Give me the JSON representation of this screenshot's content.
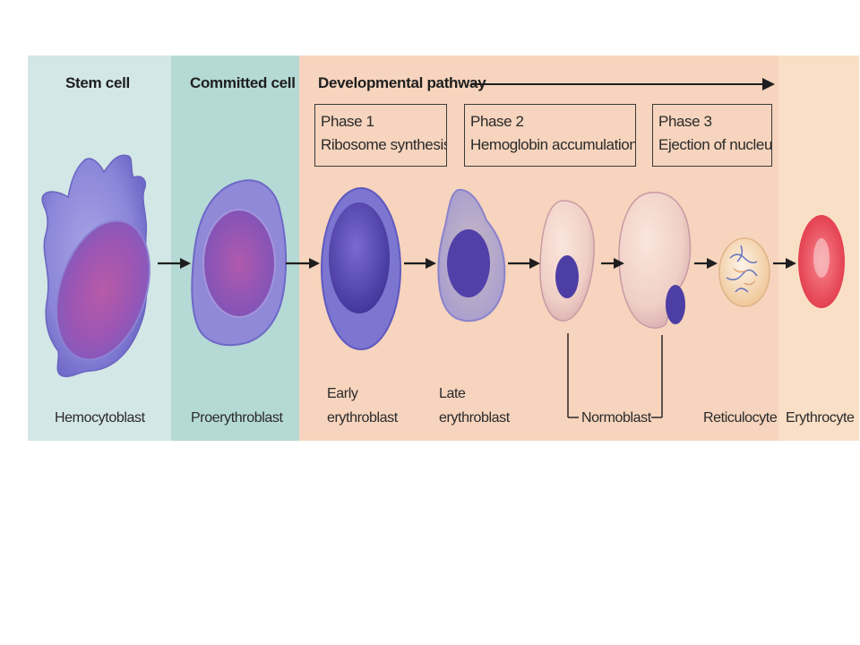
{
  "headers": {
    "stem_cell": "Stem cell",
    "committed_cell": "Committed cell",
    "developmental_pathway": "Developmental pathway"
  },
  "phases": [
    {
      "title": "Phase 1",
      "desc": "Ribosome synthesis"
    },
    {
      "title": "Phase 2",
      "desc": "Hemoglobin accumulation"
    },
    {
      "title": "Phase 3",
      "desc": "Ejection of nucleus"
    }
  ],
  "cell_labels": {
    "hemocytoblast": "Hemocytoblast",
    "proerythroblast": "Proerythroblast",
    "early_line1": "Early",
    "early_line2": "erythroblast",
    "late_line1": "Late",
    "late_line2": "erythroblast",
    "normoblast": "Normoblast",
    "reticulocyte": "Reticulocyte",
    "erythrocyte": "Erythrocyte"
  },
  "colors": {
    "stem_band": "#d3e7e6",
    "committed_band": "#b5d9d4",
    "pathway_band": "#f6d4bd",
    "final_band": "#f8dfc6",
    "cell_purple": "#6e68c8",
    "nucleus": "#4a3aa8",
    "erythrocyte_red": "#e23a4a"
  }
}
